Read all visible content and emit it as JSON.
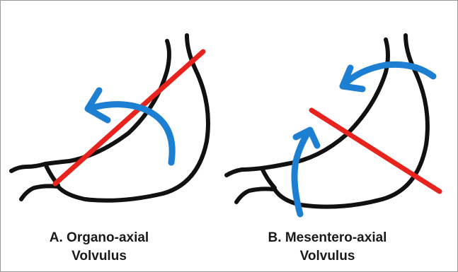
{
  "panel_a": {
    "caption_line1": "A. Organo-axial",
    "caption_line2": "Volvulus"
  },
  "panel_b": {
    "caption_line1": "B. Mesentero-axial",
    "caption_line2": "Volvulus"
  },
  "colors": {
    "stomach_outline": "#111111",
    "rotation_axis": "#e8221c",
    "rotation_arrow": "#1d7fd1",
    "border": "#9a9a9a"
  }
}
